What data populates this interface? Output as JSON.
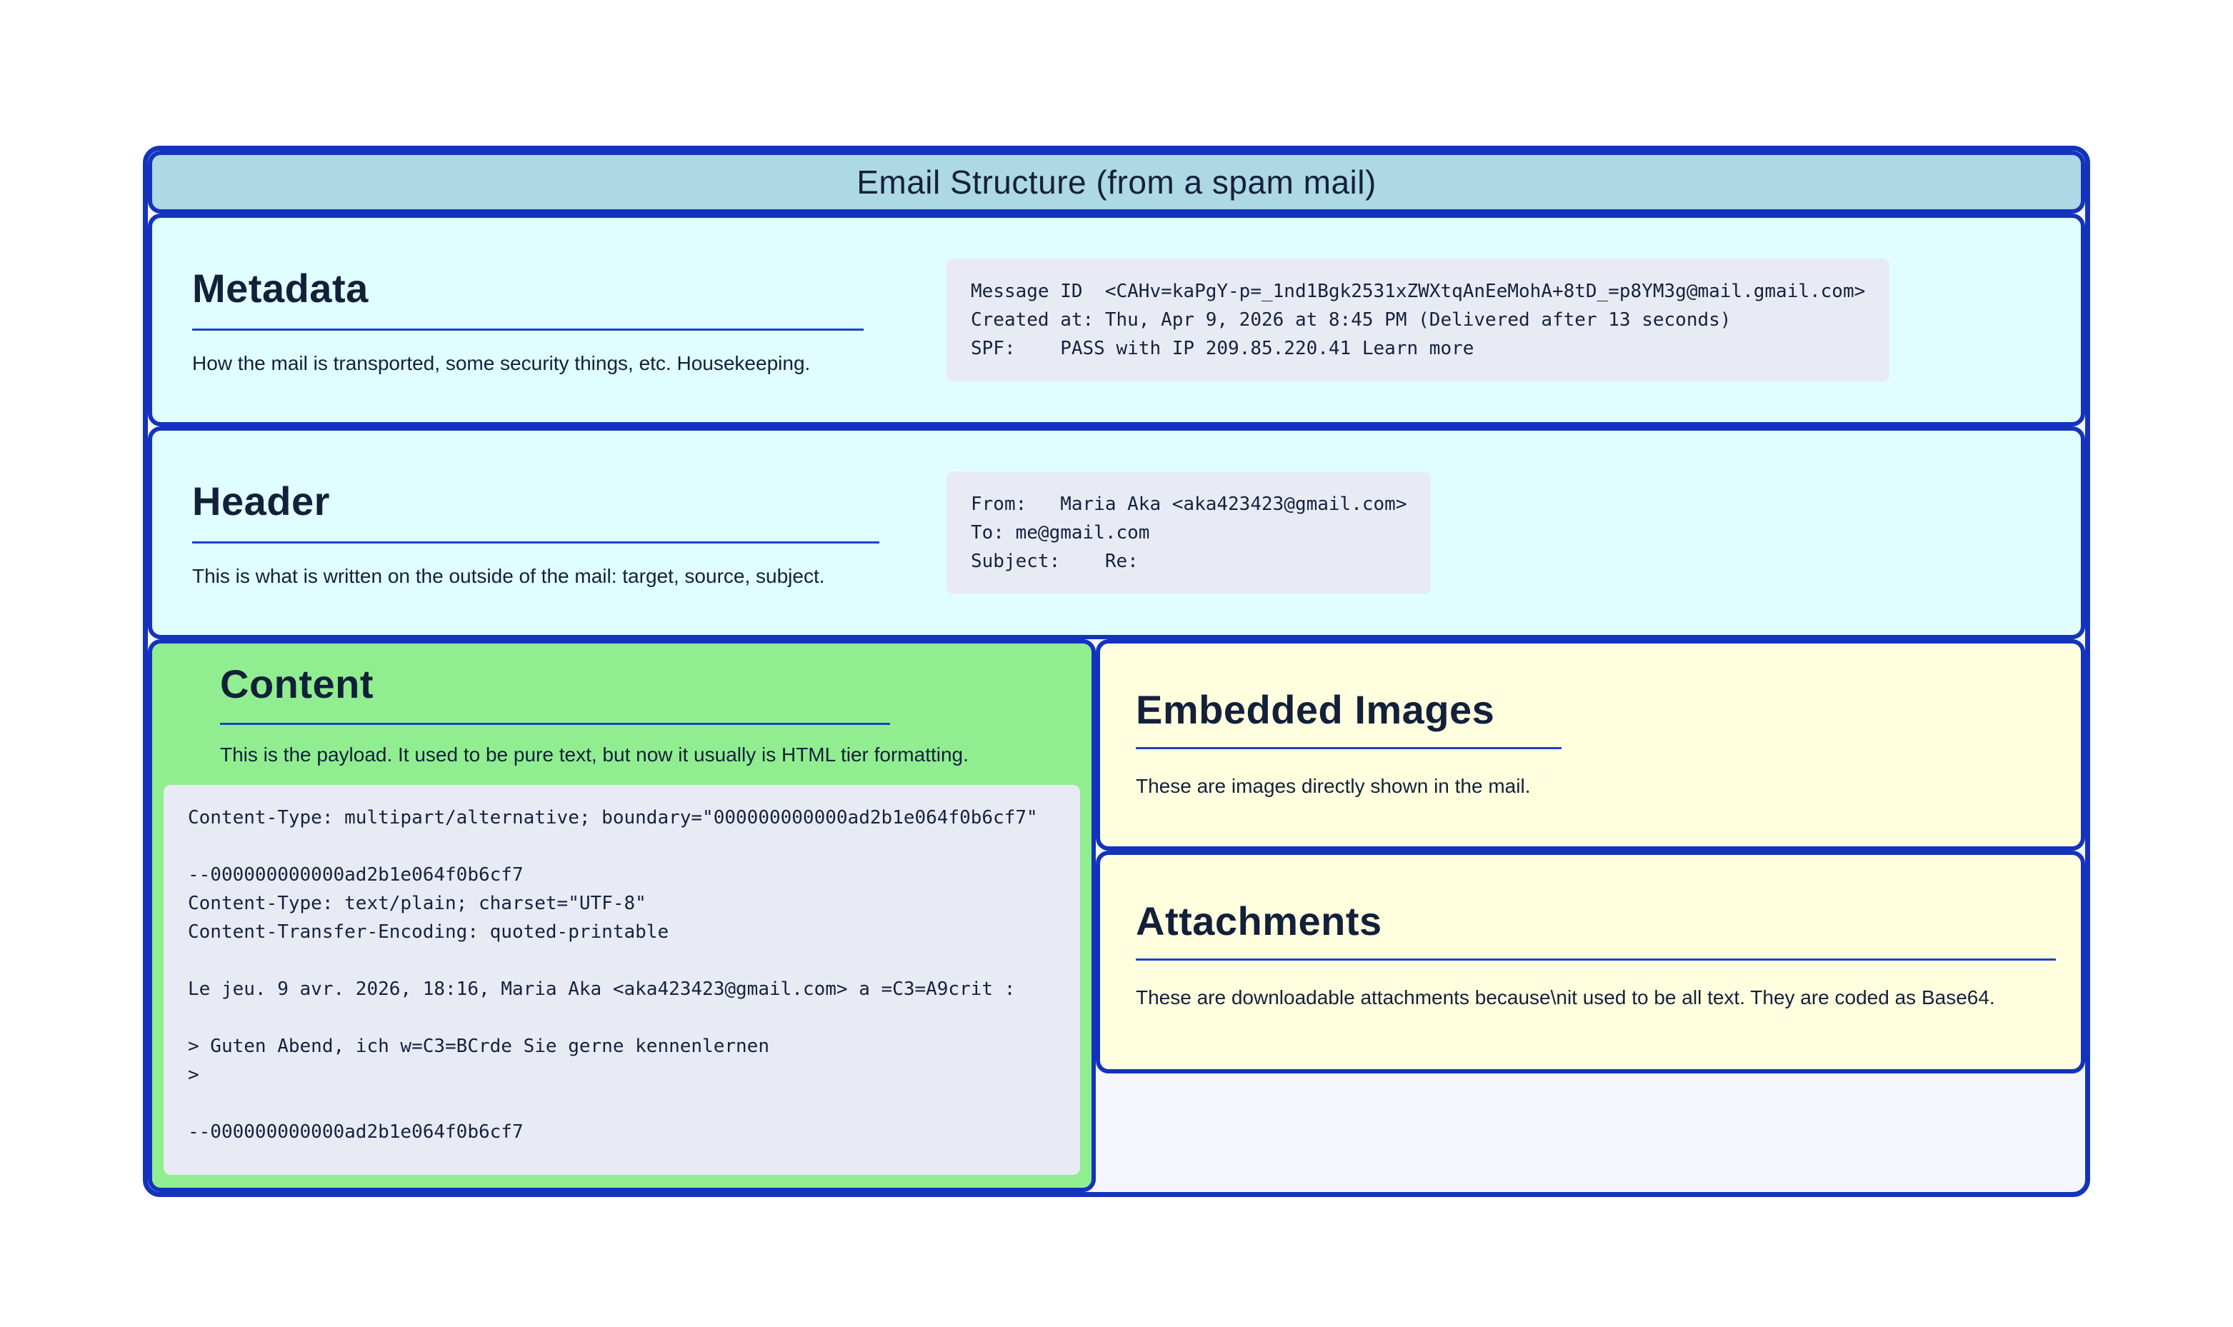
{
  "title": "Email Structure (from a spam mail)",
  "colors": {
    "frame_border": "#1433BD",
    "title_bar_bg": "#ADD8E6",
    "metadata_header_bg": "#E0FFFF",
    "content_bg": "#90EE90",
    "images_attachments_bg": "#FFFFE0",
    "code_block_bg": "#E9EBF4",
    "heading_text": "#13203A",
    "heading_rule": "#1C42C8"
  },
  "sections": {
    "metadata": {
      "heading": "Metadata",
      "description": "How the mail is transported, some security things, etc. Housekeeping.",
      "code": "Message ID  <CAHv=kaPgY-p=_1nd1Bgk2531xZWXtqAnEeMohA+8tD_=p8YM3g@mail.gmail.com>\nCreated at: Thu, Apr 9, 2026 at 8:45 PM (Delivered after 13 seconds)\nSPF:    PASS with IP 209.85.220.41 Learn more"
    },
    "header": {
      "heading": "Header",
      "description": "This is what is written on the outside of the mail: target, source, subject.",
      "code": "From:   Maria Aka <aka423423@gmail.com>\nTo: me@gmail.com\nSubject:    Re:"
    },
    "content": {
      "heading": "Content",
      "description": "This is the payload. It used to be pure text, but now it usually is HTML tier formatting.",
      "code": "Content-Type: multipart/alternative; boundary=\"000000000000ad2b1e064f0b6cf7\"\n\n--000000000000ad2b1e064f0b6cf7\nContent-Type: text/plain; charset=\"UTF-8\"\nContent-Transfer-Encoding: quoted-printable\n\nLe jeu. 9 avr. 2026, 18:16, Maria Aka <aka423423@gmail.com> a =C3=A9crit :\n\n> Guten Abend, ich w=C3=BCrde Sie gerne kennenlernen\n>\n\n--000000000000ad2b1e064f0b6cf7"
    },
    "embedded_images": {
      "heading": "Embedded Images",
      "description": "These are images directly shown in the mail."
    },
    "attachments": {
      "heading": "Attachments",
      "description": "These are downloadable attachments because\\nit used to be all text. They are coded as Base64."
    }
  }
}
